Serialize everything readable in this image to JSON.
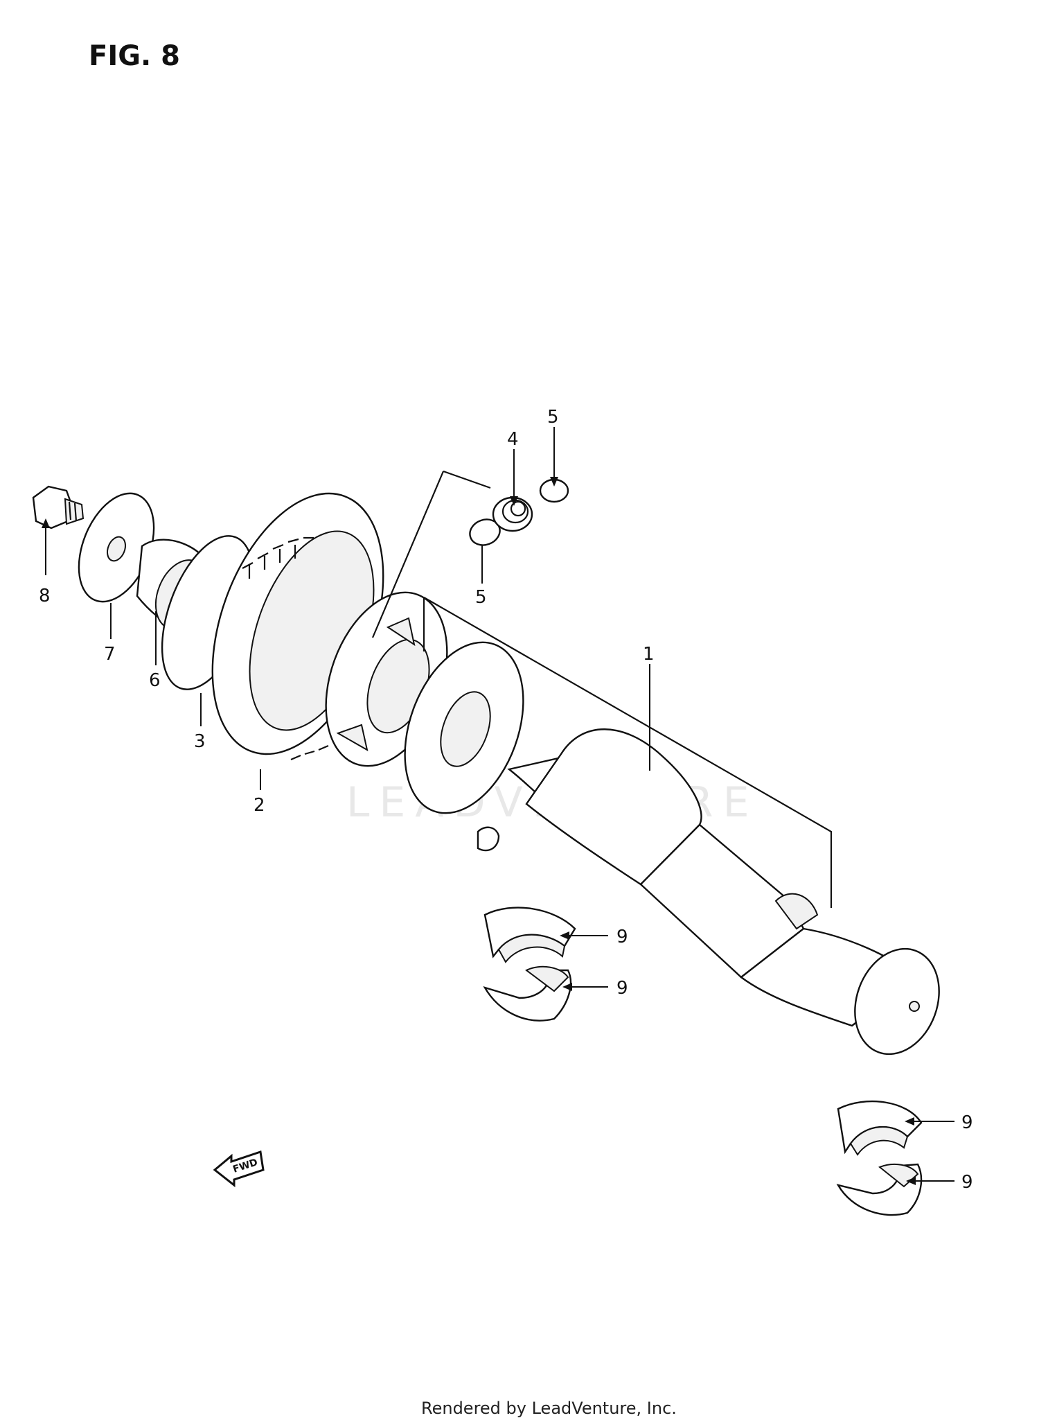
{
  "figure": {
    "title": "FIG. 8"
  },
  "watermark": "LEADVENTURE",
  "callouts": [
    {
      "id": "c1",
      "label": "1"
    },
    {
      "id": "c2",
      "label": "2"
    },
    {
      "id": "c3",
      "label": "3"
    },
    {
      "id": "c4",
      "label": "4"
    },
    {
      "id": "c5a",
      "label": "5"
    },
    {
      "id": "c5b",
      "label": "5"
    },
    {
      "id": "c6",
      "label": "6"
    },
    {
      "id": "c7",
      "label": "7"
    },
    {
      "id": "c8",
      "label": "8"
    },
    {
      "id": "c9a",
      "label": "9"
    },
    {
      "id": "c9b",
      "label": "9"
    },
    {
      "id": "c9c",
      "label": "9"
    },
    {
      "id": "c9d",
      "label": "9"
    }
  ],
  "fwd_icon": {
    "label": "FWD",
    "icon": "fwd-arrow-icon"
  },
  "footer": {
    "text": "Rendered by LeadVenture, Inc."
  }
}
